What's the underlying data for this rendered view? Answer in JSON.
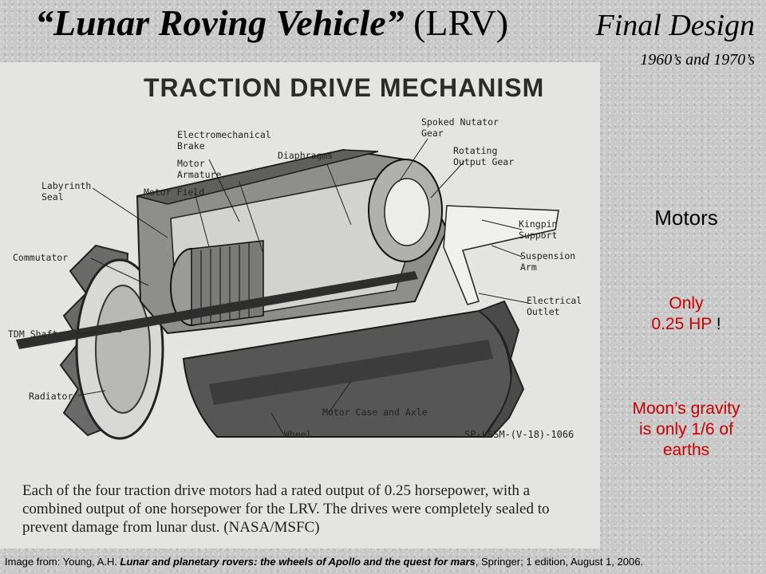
{
  "header": {
    "title_quoted": "“Lunar Roving Vehicle”",
    "title_abbrev": "(LRV)",
    "subtitle": "Final Design",
    "era": "1960’s and 1970’s"
  },
  "figure": {
    "heading": "TRACTION DRIVE MECHANISM",
    "labels": {
      "electromechanical_brake": "Electromechanical\nBrake",
      "spoked_nutator_gear": "Spoked Nutator\nGear",
      "rotating_output_gear": "Rotating\nOutput Gear",
      "diaphragms": "Diaphragms",
      "motor_armature": "Motor\nArmature",
      "labyrinth_seal": "Labyrinth\nSeal",
      "motor_field": "Motor Field",
      "kingpin_support": "Kingpin\nSupport",
      "commutator": "Commutator",
      "suspension_arm": "Suspension\nArm",
      "electrical_outlet": "Electrical\nOutlet",
      "tdm_shaft": "TDM Shaft",
      "radiator": "Radiator",
      "motor_case_axle": "Motor Case and Axle",
      "wheel": "Wheel"
    },
    "code": "SP-LSSM-(V-18)-1066",
    "caption": "Each of the four traction drive motors had a rated output of 0.25 horsepower, with a combined output of one horsepower for the LRV. The drives were completely sealed to prevent damage from lunar dust. (NASA/MSFC)"
  },
  "sidebar": {
    "heading": "Motors",
    "note1_line1": "Only",
    "note1_line2": "0.25 HP",
    "note1_mark": "!",
    "note2": "Moon’s gravity is only 1/6 of earths"
  },
  "credit": {
    "prefix": "Image from: Young, A.H. ",
    "book_title": "Lunar and planetary rovers: the wheels of Apollo and the quest for mars",
    "suffix": ", Springer; 1 edition, August 1, 2006."
  },
  "colors": {
    "accent_red": "#cc0000",
    "figure_paper": "#e4e4e2",
    "background_gray": "#c9c9c9"
  }
}
